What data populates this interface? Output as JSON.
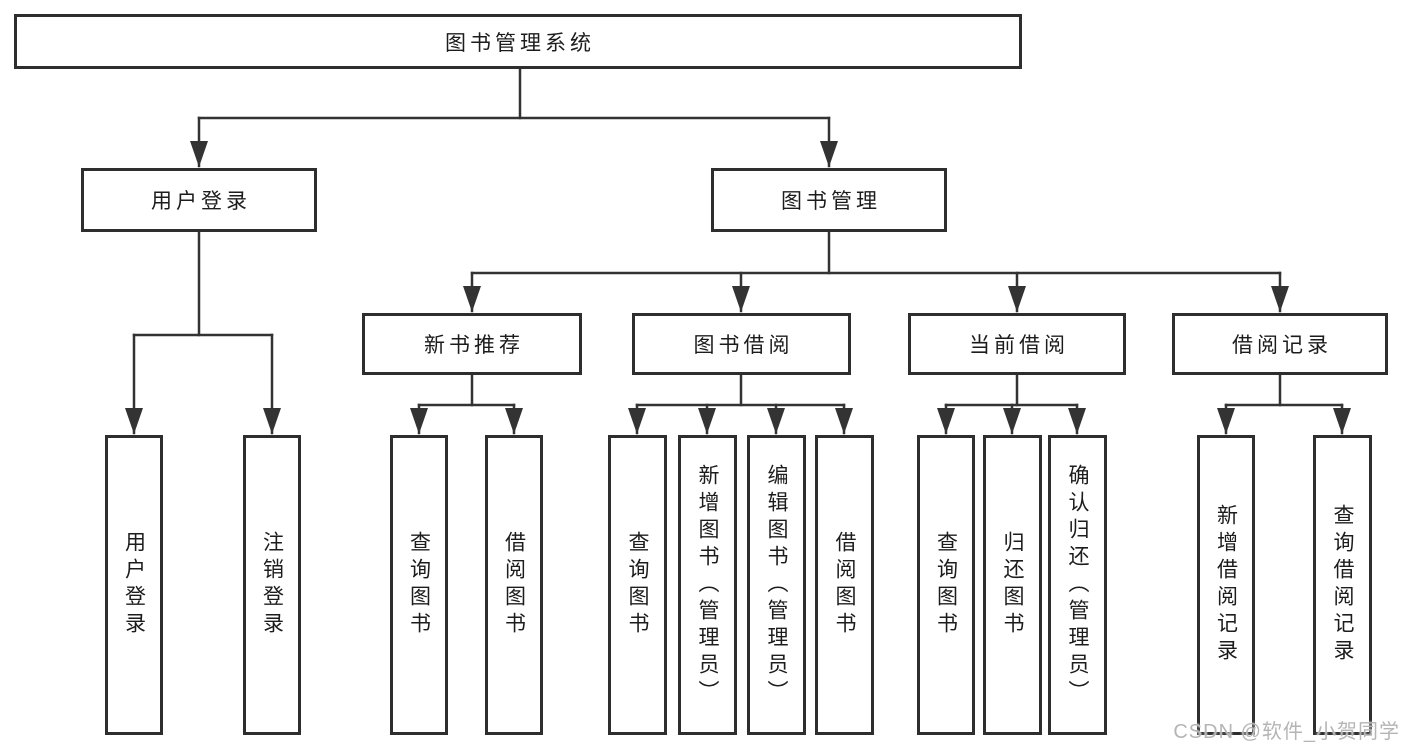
{
  "tree": {
    "root_label": "图书管理系统",
    "user_login": {
      "label": "用户登录",
      "leaves": [
        "用户登录",
        "注销登录"
      ]
    },
    "book_mgmt": {
      "label": "图书管理",
      "sections": {
        "new_books": {
          "label": "新书推荐",
          "leaves": [
            "查询图书",
            "借阅图书"
          ]
        },
        "borrow": {
          "label": "图书借阅",
          "leaves": [
            "查询图书",
            "新增图书（管理员）",
            "编辑图书（管理员）",
            "借阅图书"
          ]
        },
        "current": {
          "label": "当前借阅",
          "leaves": [
            "查询图书",
            "归还图书",
            "确认归还（管理员）"
          ]
        },
        "records": {
          "label": "借阅记录",
          "leaves": [
            "新增借阅记录",
            "查询借阅记录"
          ]
        }
      }
    }
  },
  "watermark": {
    "text": "CSDN @软件_小贺同学"
  },
  "colors": {
    "background": "#ffffff",
    "line": "#333333",
    "box_border": "#2e2e2e",
    "text": "#1c1c1c",
    "watermark": "#b5b5b5"
  }
}
